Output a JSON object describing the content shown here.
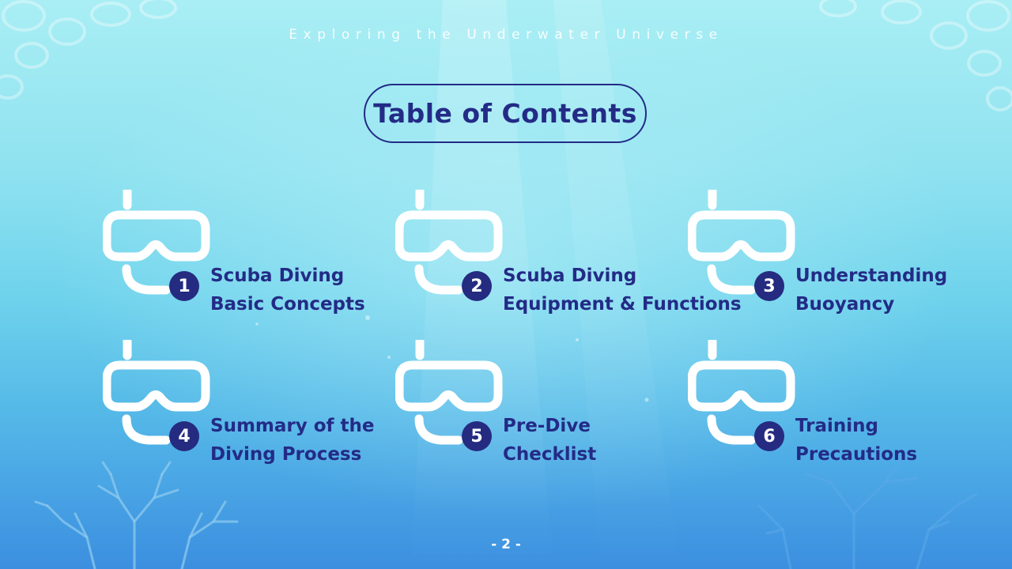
{
  "slide": {
    "subtitle": "Exploring the Underwater Universe",
    "title": "Table of Contents",
    "page_number": "- 2 -"
  },
  "toc": {
    "items": [
      {
        "number": "1",
        "line1": "Scuba Diving",
        "line2": "Basic Concepts",
        "icon": "snorkel-mask-icon"
      },
      {
        "number": "2",
        "line1": "Scuba Diving",
        "line2": "Equipment & Functions",
        "icon": "snorkel-mask-icon"
      },
      {
        "number": "3",
        "line1": "Understanding",
        "line2": "Buoyancy",
        "icon": "snorkel-mask-icon"
      },
      {
        "number": "4",
        "line1": "Summary of the",
        "line2": "Diving Process",
        "icon": "snorkel-mask-icon"
      },
      {
        "number": "5",
        "line1": "Pre-Dive",
        "line2": "Checklist",
        "icon": "snorkel-mask-icon"
      },
      {
        "number": "6",
        "line1": "Training",
        "line2": "Precautions",
        "icon": "snorkel-mask-icon"
      }
    ]
  },
  "colors": {
    "accent": "#232b86",
    "badge": "#252b80",
    "icon": "#ffffff",
    "background_top": "#a9eef4",
    "background_bottom": "#3c8fe0"
  }
}
